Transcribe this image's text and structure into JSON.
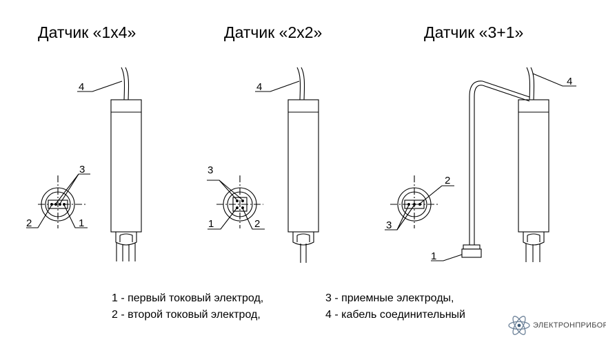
{
  "titles": {
    "sensor_1x4": "Датчик «1х4»",
    "sensor_2x2": "Датчик «2х2»",
    "sensor_3p1": "Датчик «3+1»"
  },
  "callouts": {
    "n1": "1",
    "n2": "2",
    "n3": "3",
    "n4": "4"
  },
  "legend": {
    "item1": "1 - первый токовый электрод,",
    "item2": "2 - второй токовый электрод,",
    "item3": "3 - приемные электроды,",
    "item4": "4 - кабель соединительный"
  },
  "logo": {
    "text": "ЭЛЕКТРОНПРИБОР",
    "icon": "atom-icon"
  }
}
